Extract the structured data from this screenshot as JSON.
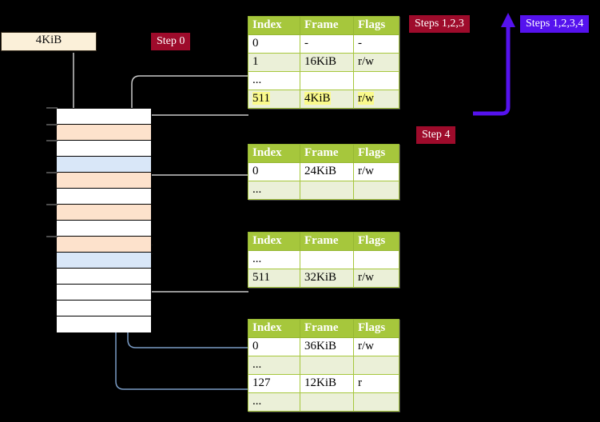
{
  "title": "x86-64 page table walk diagram",
  "labels": {
    "size_box": "4KiB",
    "step0": "Step 0",
    "step4": "Step 4",
    "steps123": "Steps 1,2,3",
    "steps1234": "Steps 1,2,3,4"
  },
  "colors": {
    "badge_red": "#9E0B2B",
    "badge_blue": "#5512EE",
    "table_header": "#A6C73C",
    "table_alt_row": "#EBF0D8",
    "highlight": "#FAFA8C",
    "mem_peach": "#FDE2CC",
    "mem_blue": "#D9E7F8",
    "size_box_bg": "#FBF0D9",
    "wire_gray": "#BBBBBB",
    "wire_blue": "#7A9CC6",
    "arrow_violet": "#5512EE"
  },
  "memory_column": {
    "name": "physical-memory-column",
    "rows": [
      {
        "fill": "white"
      },
      {
        "fill": "peach"
      },
      {
        "fill": "white"
      },
      {
        "fill": "bluefill"
      },
      {
        "fill": "peach"
      },
      {
        "fill": "white"
      },
      {
        "fill": "peach"
      },
      {
        "fill": "white"
      },
      {
        "fill": "peach"
      },
      {
        "fill": "bluefill"
      },
      {
        "fill": "white"
      },
      {
        "fill": "white"
      },
      {
        "fill": "white"
      },
      {
        "fill": "white"
      }
    ]
  },
  "tables": [
    {
      "name": "pml4-table",
      "headers": [
        "Index",
        "Frame",
        "Flags"
      ],
      "rows": [
        {
          "style": "plain",
          "cells": [
            "0",
            "-",
            "-"
          ],
          "highlight": false
        },
        {
          "style": "alt",
          "cells": [
            "1",
            "16KiB",
            "r/w"
          ],
          "highlight": false
        },
        {
          "style": "plain",
          "cells": [
            "...",
            "",
            ""
          ],
          "highlight": false
        },
        {
          "style": "alt",
          "cells": [
            "511",
            "4KiB",
            "r/w"
          ],
          "highlight": true
        }
      ]
    },
    {
      "name": "pdpt-table",
      "headers": [
        "Index",
        "Frame",
        "Flags"
      ],
      "rows": [
        {
          "style": "plain",
          "cells": [
            "0",
            "24KiB",
            "r/w"
          ],
          "highlight": false
        },
        {
          "style": "alt",
          "cells": [
            "...",
            "",
            ""
          ],
          "highlight": false
        }
      ]
    },
    {
      "name": "pd-table",
      "headers": [
        "Index",
        "Frame",
        "Flags"
      ],
      "rows": [
        {
          "style": "plain",
          "cells": [
            "...",
            "",
            ""
          ],
          "highlight": false
        },
        {
          "style": "alt",
          "cells": [
            "511",
            "32KiB",
            "r/w"
          ],
          "highlight": false
        }
      ]
    },
    {
      "name": "pt-table",
      "headers": [
        "Index",
        "Frame",
        "Flags"
      ],
      "rows": [
        {
          "style": "plain",
          "cells": [
            "0",
            "36KiB",
            "r/w"
          ],
          "highlight": false
        },
        {
          "style": "alt",
          "cells": [
            "...",
            "",
            ""
          ],
          "highlight": false
        },
        {
          "style": "plain",
          "cells": [
            "127",
            "12KiB",
            "r"
          ],
          "highlight": false
        },
        {
          "style": "alt",
          "cells": [
            "...",
            "",
            ""
          ],
          "highlight": false
        }
      ]
    }
  ]
}
